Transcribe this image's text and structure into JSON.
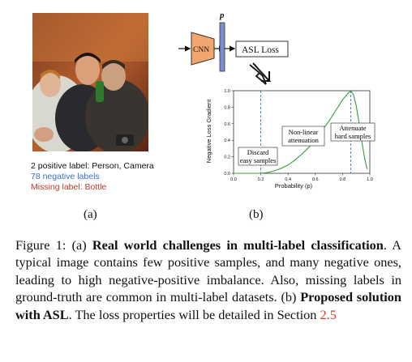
{
  "panel_a": {
    "positive_label": "2 positive label: Person, Camera",
    "negative_label": "78 negative labels",
    "missing_label": "Missing label: Bottle",
    "sublabel": "(a)",
    "colors": {
      "negative": "#3b6ecc",
      "missing": "#c0392b"
    }
  },
  "panel_b": {
    "cnn_label": "CNN",
    "p_label": "p",
    "loss_label": "ASL Loss",
    "sublabel": "(b)",
    "annotations": [
      "Discard",
      "easy samples",
      "Non-linear",
      "attenuation",
      "Attenuate",
      "hard samples"
    ]
  },
  "chart_data": {
    "type": "line",
    "xlabel": "Probability (p)",
    "ylabel": "Negative Loss Gradient",
    "xlim": [
      0.0,
      1.0
    ],
    "ylim": [
      0.0,
      1.0
    ],
    "x_ticks": [
      "0.0",
      "0.2",
      "0.4",
      "0.6",
      "0.8",
      "1.0"
    ],
    "y_ticks": [
      "0.0",
      "0.2",
      "0.4",
      "0.6",
      "0.8",
      "1.0"
    ],
    "vlines": [
      0.2,
      0.86
    ],
    "series": [
      {
        "color": "#3a9a3a",
        "x": [
          0.0,
          0.2,
          0.25,
          0.3,
          0.35,
          0.4,
          0.45,
          0.5,
          0.55,
          0.6,
          0.65,
          0.7,
          0.75,
          0.8,
          0.84,
          0.86,
          0.88,
          0.9,
          0.92,
          0.94,
          0.96,
          0.98
        ],
        "y": [
          0.0,
          0.0,
          0.01,
          0.03,
          0.06,
          0.1,
          0.16,
          0.23,
          0.31,
          0.41,
          0.52,
          0.63,
          0.76,
          0.89,
          0.97,
          1.0,
          0.95,
          0.82,
          0.62,
          0.4,
          0.2,
          0.05
        ]
      }
    ]
  },
  "caption": {
    "figure": "Figure 1:",
    "a_tag": "(a)",
    "a_bold": "Real world challenges in multi-label classification",
    "a_text": ". A typical image contains few positive samples, and many negative ones, leading to high negative-positive imbalance. Also, missing labels in ground-truth are common in multi-label datasets.",
    "b_tag": "(b)",
    "b_bold": "Proposed solution with ASL",
    "b_text": ". The loss properties will be detailed in Section",
    "section_ref": "2.5"
  }
}
